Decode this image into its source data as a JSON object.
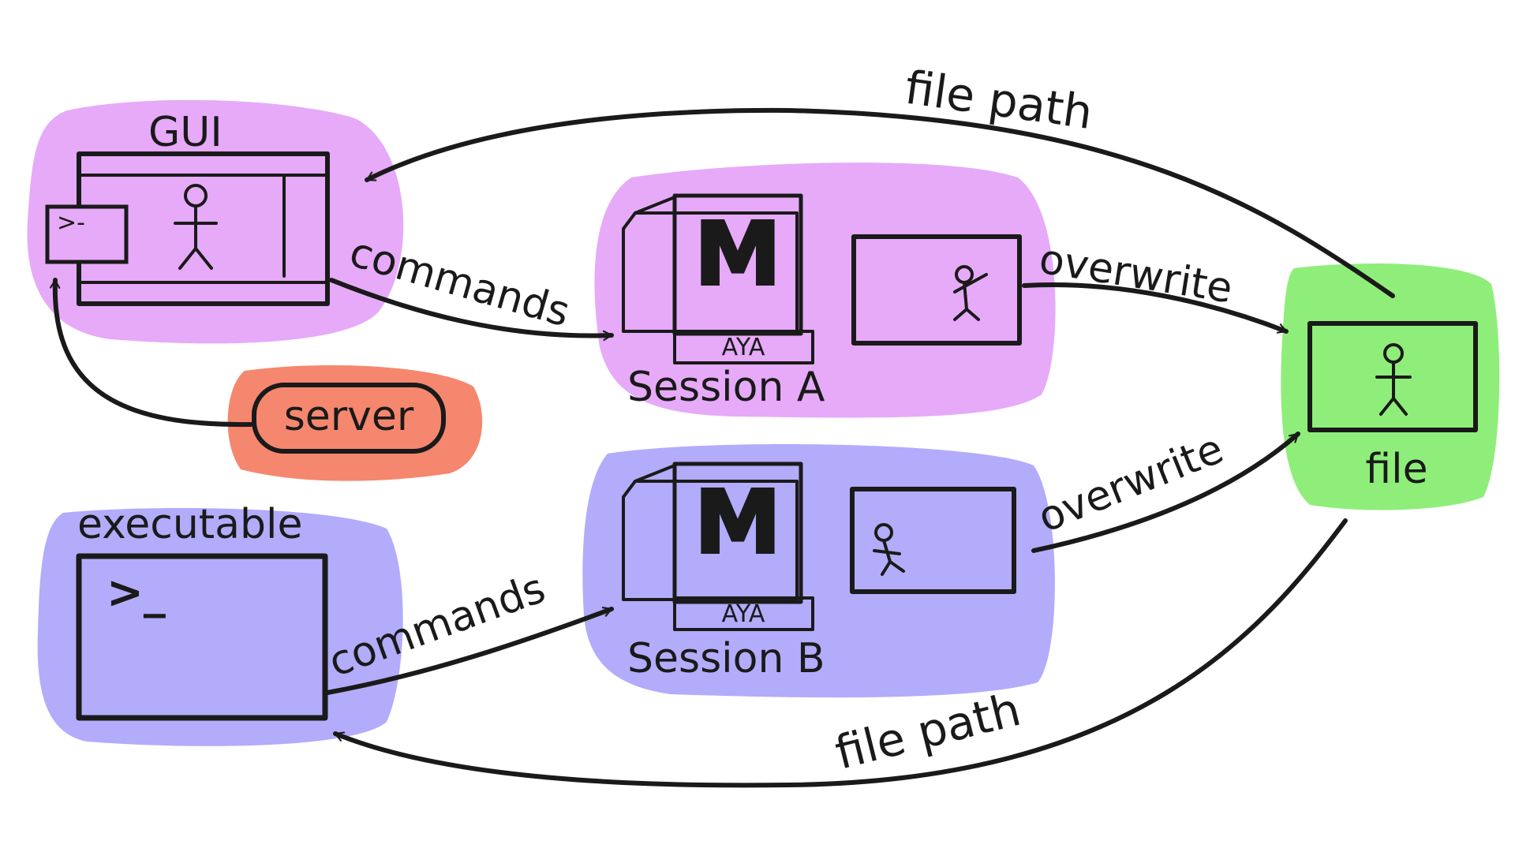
{
  "diagram": {
    "colors": {
      "gui_region": "#e6aaf8",
      "server_region": "#f5876f",
      "file_region": "#8fee7a",
      "executable_region": "#b2acfb",
      "ink": "#1a1a1a"
    },
    "nodes": {
      "gui": {
        "label": "GUI",
        "prompt": ">-"
      },
      "server": {
        "label": "server"
      },
      "executable": {
        "label": "executable",
        "prompt": ">_"
      },
      "session_a": {
        "label": "Session A",
        "logo_letter": "M",
        "logo_text": "AYA"
      },
      "session_b": {
        "label": "Session B",
        "logo_letter": "M",
        "logo_text": "AYA"
      },
      "file": {
        "label": "file"
      }
    },
    "edges": {
      "file_to_gui": "file path",
      "gui_to_session_a": "commands",
      "session_a_to_file": "overwrite",
      "executable_to_session_b": "commands",
      "session_b_to_file": "overwrite",
      "file_to_executable": "file path"
    },
    "icons": [
      "stick-figure-icon",
      "terminal-icon",
      "maya-logo-icon"
    ]
  }
}
